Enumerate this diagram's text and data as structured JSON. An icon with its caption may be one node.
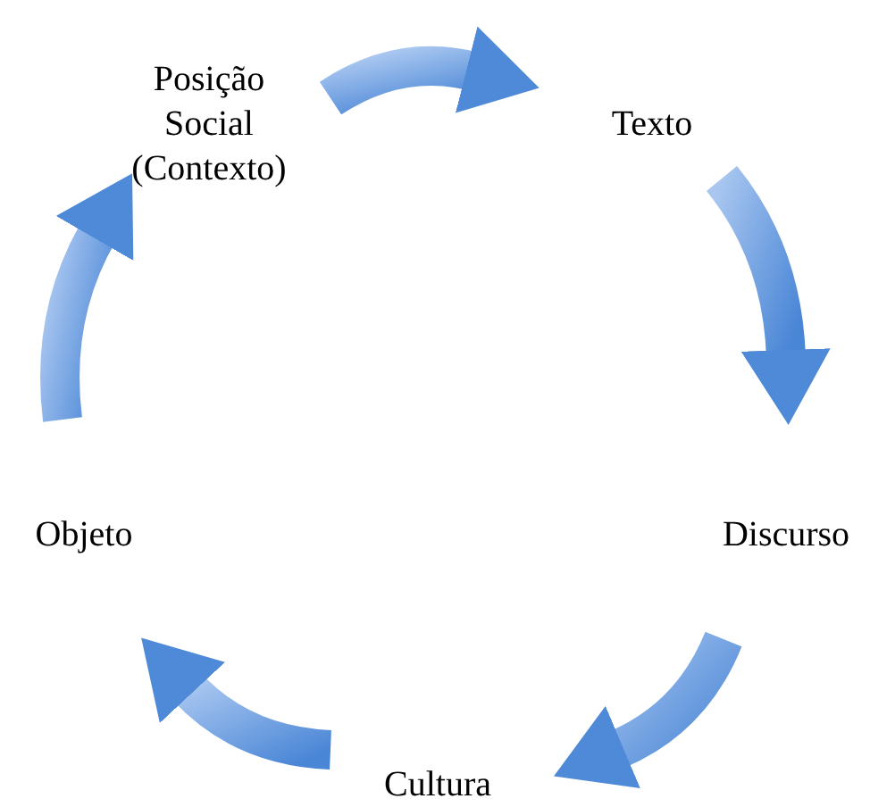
{
  "diagram": {
    "nodes": [
      {
        "text": [
          "Posição Social (Contexto)"
        ]
      },
      {
        "text": [
          "Texto"
        ]
      },
      {
        "text": [
          "Discurso"
        ]
      },
      {
        "text": [
          "Cultura"
        ]
      },
      {
        "text": [
          "Objeto"
        ]
      }
    ],
    "edges": [
      {
        "from": 0,
        "to": 1,
        "arrow": "to"
      },
      {
        "from": 1,
        "to": 2,
        "arrow": "to"
      },
      {
        "from": 2,
        "to": 3,
        "arrow": "to"
      },
      {
        "from": 3,
        "to": 4,
        "arrow": "to"
      },
      {
        "from": 4,
        "to": 0,
        "arrow": "to"
      }
    ]
  }
}
